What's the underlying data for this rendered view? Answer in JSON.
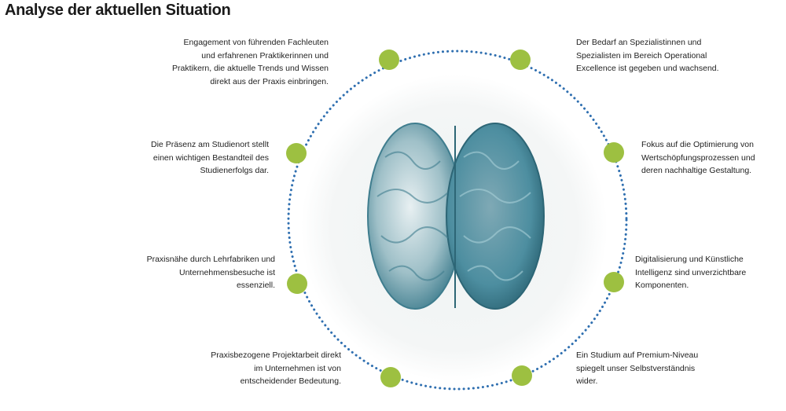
{
  "title": "Analyse der aktuellen Situation",
  "colors": {
    "ring": "#2f6fb0",
    "node": "#9dc041",
    "brain": "#4d8ea0"
  },
  "points": [
    {
      "id": "top-left",
      "text": "Engagement von führenden Fachleuten und erfahrenen Praktikerinnen und Praktikern, die aktuelle Trends und Wissen direkt aus der Praxis einbringen."
    },
    {
      "id": "top-right",
      "text": "Der Bedarf an Spezialistinnen und Spezialisten im Bereich Operational Excellence ist gegeben und wachsend."
    },
    {
      "id": "upper-right",
      "text": "Fokus auf die Optimierung von Wertschöpfungsprozessen und deren nachhaltige Gestaltung."
    },
    {
      "id": "lower-right",
      "text": "Digitalisierung und Künstliche Intelligenz sind unverzichtbare Komponenten."
    },
    {
      "id": "bottom-right",
      "text": "Ein Studium auf Premium-Niveau spiegelt unser Selbstverständnis wider."
    },
    {
      "id": "bottom-left",
      "text": "Praxisbezogene Projektarbeit direkt im Unternehmen ist von entscheidender Bedeutung."
    },
    {
      "id": "lower-left",
      "text": "Praxisnähe durch Lehrfabriken und Unternehmensbesuche ist essenziell."
    },
    {
      "id": "upper-left",
      "text": "Die Präsenz am Studienort stellt einen wichtigen Bestandteil des Studienerfolgs dar."
    }
  ]
}
